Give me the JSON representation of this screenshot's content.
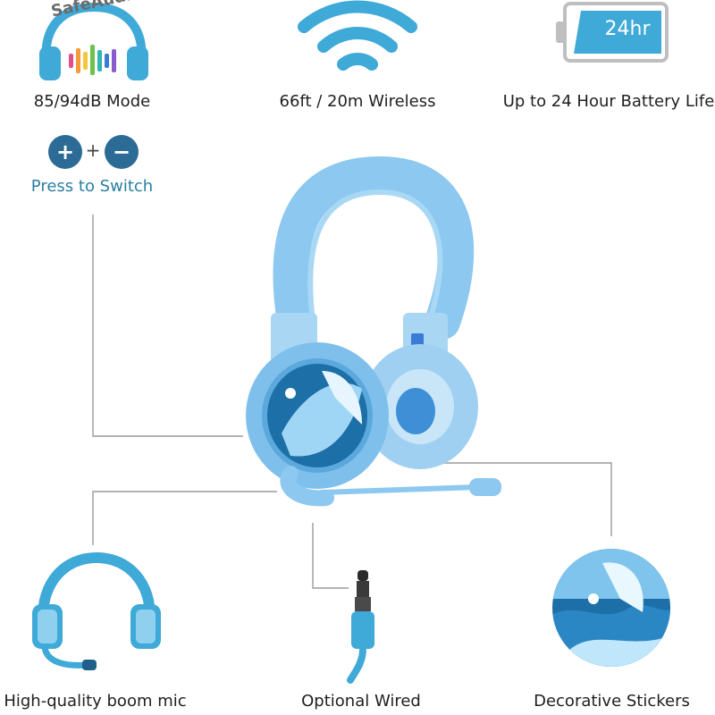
{
  "features": {
    "safe_audio": {
      "logo_text": "SafeAudio",
      "caption": "85/94dB Mode"
    },
    "wireless": {
      "caption": "66ft / 20m Wireless"
    },
    "battery": {
      "badge": "24hr",
      "caption": "Up to 24 Hour Battery Life"
    },
    "switch": {
      "plus": "+",
      "joiner": "+",
      "minus": "−",
      "caption": "Press to Switch"
    },
    "boom_mic": {
      "caption": "High-quality boom mic"
    },
    "wired": {
      "caption": "Optional Wired"
    },
    "stickers": {
      "caption": "Decorative Stickers"
    }
  },
  "colors": {
    "product_blue": "#8cc8ef",
    "icon_blue": "#3fa9d8",
    "dark_button": "#2b6b96",
    "accent_text": "#2c7fa0",
    "connector_line": "#9a9a9a"
  }
}
